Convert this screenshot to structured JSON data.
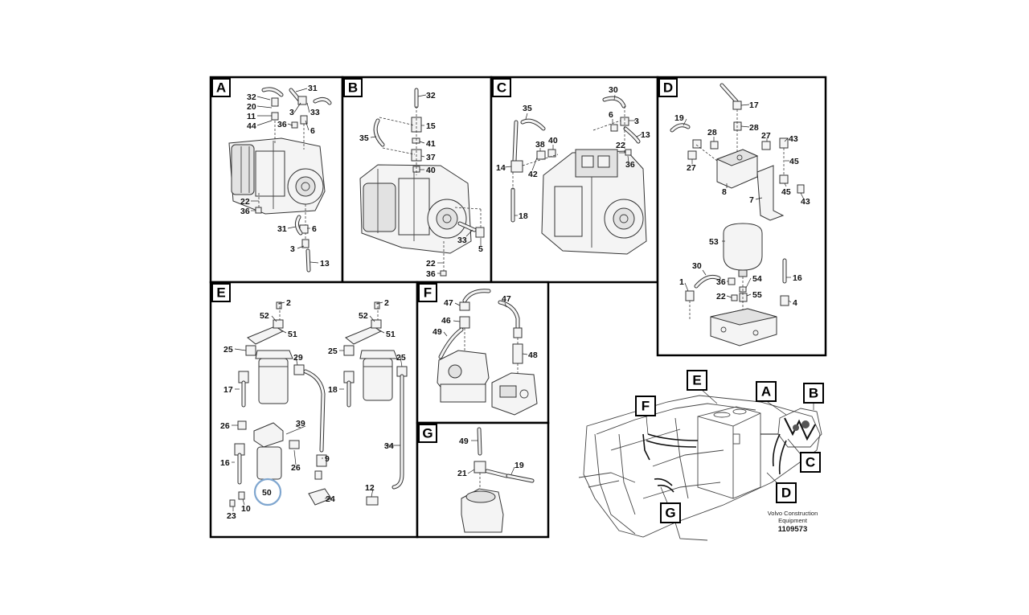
{
  "panels": [
    {
      "id": "A",
      "labels": [
        "32",
        "31",
        "20",
        "3",
        "33",
        "11",
        "44",
        "36",
        "6",
        "22",
        "36",
        "31",
        "6",
        "3",
        "13"
      ]
    },
    {
      "id": "B",
      "labels": [
        "32",
        "15",
        "35",
        "41",
        "37",
        "40",
        "33",
        "5",
        "22",
        "36"
      ]
    },
    {
      "id": "C",
      "labels": [
        "30",
        "35",
        "6",
        "3",
        "13",
        "38",
        "40",
        "22",
        "14",
        "42",
        "36",
        "18"
      ]
    },
    {
      "id": "D",
      "labels": [
        "17",
        "19",
        "28",
        "28",
        "27",
        "43",
        "27",
        "45",
        "8",
        "7",
        "45",
        "43",
        "53",
        "30",
        "16",
        "1",
        "36",
        "54",
        "22",
        "55",
        "4"
      ]
    },
    {
      "id": "E",
      "labels": [
        "52",
        "2",
        "51",
        "52",
        "2",
        "51",
        "25",
        "29",
        "25",
        "25",
        "17",
        "18",
        "26",
        "39",
        "16",
        "26",
        "9",
        "34",
        "50",
        "12",
        "23",
        "10",
        "24"
      ]
    },
    {
      "id": "F",
      "labels": [
        "47",
        "47",
        "46",
        "49",
        "48"
      ]
    },
    {
      "id": "G",
      "labels": [
        "49",
        "21",
        "19"
      ]
    }
  ],
  "overview": {
    "callouts": [
      "E",
      "A",
      "B",
      "F",
      "C",
      "G",
      "D"
    ],
    "credit_line1": "Volvo Construction",
    "credit_line2": "Equipment",
    "drawing_number": "1109573"
  }
}
